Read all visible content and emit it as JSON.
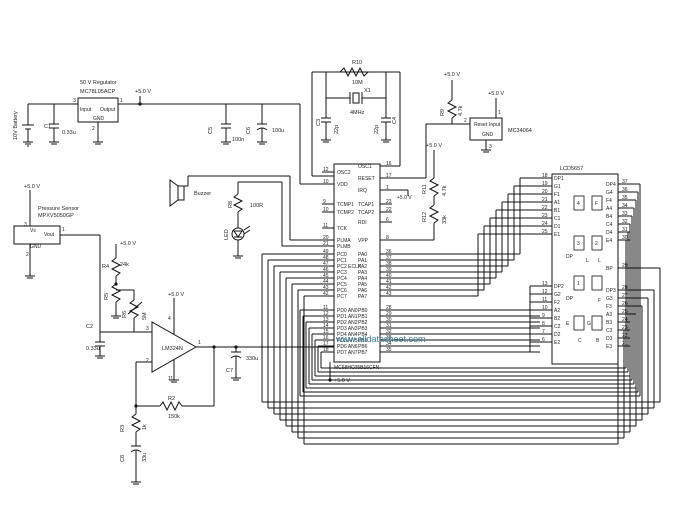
{
  "power": {
    "vcc": "+5.0 V",
    "battery": "10V Battery"
  },
  "regulator": {
    "title": "50 V Regulator",
    "part": "MC78L05ACP",
    "pin_input": "Input",
    "pin_output": "Output",
    "pin_gnd": "GND",
    "pin_numbers": [
      "3",
      "1",
      "2"
    ]
  },
  "capacitors": {
    "c1": "C1",
    "c1_val": "0.33u",
    "c5": "C5",
    "c5_val": "100n",
    "c6": "C6",
    "c6_val": "100u",
    "c3": "C3",
    "c3_val": "22p",
    "c4": "C4",
    "c4_val": "22p",
    "c2": "C2",
    "c2_val": "0.33u",
    "c7": "C7",
    "c7_val": "330u",
    "c8": "C8",
    "c8_val": "33u"
  },
  "crystal": {
    "r10": "R10",
    "r10_val": "10M",
    "x1": "X1",
    "x1_val": "4MHz"
  },
  "reset": {
    "r9": "R9",
    "r9_val": "4.7k",
    "title": "Reset",
    "pin_input": "Input",
    "pin_gnd": "GND",
    "part": "MC34064",
    "pin_numbers": [
      "2",
      "1",
      "3"
    ]
  },
  "mcu": {
    "part": "MC68HC05B16CFN",
    "left_pins": [
      {
        "num": "12",
        "name": "OSC2"
      },
      {
        "num": "10",
        "name": "VDD"
      },
      {
        "num": "9",
        "name": "TCMP1"
      },
      {
        "num": "10",
        "name": "TCMP2"
      },
      {
        "num": "11",
        "name": "TCK"
      },
      {
        "num": "20",
        "name": "PLMA"
      },
      {
        "num": "21",
        "name": "PLMB"
      },
      {
        "num": "49",
        "name": "PC0"
      },
      {
        "num": "48",
        "name": "PC1"
      },
      {
        "num": "47",
        "name": "PC2 ECLK"
      },
      {
        "num": "46",
        "name": "PC3"
      },
      {
        "num": "45",
        "name": "PC4"
      },
      {
        "num": "44",
        "name": "PC5"
      },
      {
        "num": "43",
        "name": "PC6"
      },
      {
        "num": "42",
        "name": "PC7"
      },
      {
        "num": "11",
        "name": "PD0 AN0"
      },
      {
        "num": "12",
        "name": "PD1 AN1"
      },
      {
        "num": "13",
        "name": "PD2 AN2"
      },
      {
        "num": "14",
        "name": "PD3 AN3"
      },
      {
        "num": "15",
        "name": "PD4 AN4"
      },
      {
        "num": "16",
        "name": "PD5 AN5"
      },
      {
        "num": "17",
        "name": "PD6 AN6"
      },
      {
        "num": "18",
        "name": "PD7 AN7"
      }
    ],
    "right_pins": [
      {
        "num": "16",
        "name": "OSC1"
      },
      {
        "num": "17",
        "name": "RESET"
      },
      {
        "num": "1",
        "name": "IRQ"
      },
      {
        "num": "23",
        "name": "TCAP1"
      },
      {
        "num": "22",
        "name": "TCAP2"
      },
      {
        "num": "6",
        "name": "RDI"
      },
      {
        "num": "8",
        "name": "VPP"
      },
      {
        "num": "36",
        "name": "PA0"
      },
      {
        "num": "37",
        "name": "PA1"
      },
      {
        "num": "38",
        "name": "PA2"
      },
      {
        "num": "39",
        "name": "PA3"
      },
      {
        "num": "40",
        "name": "PA4"
      },
      {
        "num": "41",
        "name": "PA5"
      },
      {
        "num": "42",
        "name": "PA6"
      },
      {
        "num": "43",
        "name": "PA7"
      },
      {
        "num": "28",
        "name": "PB0"
      },
      {
        "num": "29",
        "name": "PB1"
      },
      {
        "num": "30",
        "name": "PB2"
      },
      {
        "num": "31",
        "name": "PB3"
      },
      {
        "num": "32",
        "name": "PB4"
      },
      {
        "num": "33",
        "name": "PB5"
      },
      {
        "num": "34",
        "name": "PB6"
      },
      {
        "num": "35",
        "name": "PB7"
      }
    ]
  },
  "buzzer": {
    "label": "Buzzer"
  },
  "led": {
    "r8": "R8",
    "r8_val": "100R",
    "label": "LED"
  },
  "sensor": {
    "title": "Pressure Sensor",
    "part": "MPXV5050GP",
    "pin_vs": "Vs",
    "pin_vout": "Vout",
    "pin_gnd": "GND",
    "pin_numbers": [
      "3",
      "1",
      "2"
    ]
  },
  "resistors": {
    "r4": "R4",
    "r4_val": "24k",
    "r5": "R5",
    "r5_val": "6K",
    "r6": "R6",
    "r6_val": "5M",
    "r2": "R2",
    "r2_val": "150k",
    "r3": "R3",
    "r3_val": "1k",
    "r11": "R11",
    "r11_val": "4.7k",
    "r12": "R12",
    "r12_val": "33k"
  },
  "opamp": {
    "part": "LM324N",
    "pin_numbers": [
      "3",
      "2",
      "1",
      "4",
      "11"
    ]
  },
  "lcd": {
    "part": "LCD5657",
    "left_pins": [
      {
        "num": "18",
        "name": "DP1"
      },
      {
        "num": "19",
        "name": "G1"
      },
      {
        "num": "20",
        "name": "F1"
      },
      {
        "num": "21",
        "name": "A1"
      },
      {
        "num": "22",
        "name": "B1"
      },
      {
        "num": "23",
        "name": "C1"
      },
      {
        "num": "24",
        "name": "D1"
      },
      {
        "num": "25",
        "name": "E1"
      },
      {
        "num": "13",
        "name": "DP2"
      },
      {
        "num": "12",
        "name": "G2"
      },
      {
        "num": "11",
        "name": "F2"
      },
      {
        "num": "10",
        "name": "A2"
      },
      {
        "num": "9",
        "name": "B2"
      },
      {
        "num": "8",
        "name": "C2"
      },
      {
        "num": "7",
        "name": "D2"
      },
      {
        "num": "6",
        "name": "E2"
      }
    ],
    "right_pins": [
      {
        "num": "37",
        "name": "DP4"
      },
      {
        "num": "36",
        "name": "G4"
      },
      {
        "num": "35",
        "name": "F4"
      },
      {
        "num": "34",
        "name": "A4"
      },
      {
        "num": "33",
        "name": "B4"
      },
      {
        "num": "32",
        "name": "C4"
      },
      {
        "num": "31",
        "name": "D4"
      },
      {
        "num": "30",
        "name": "E4"
      },
      {
        "num": "29",
        "name": "BP"
      },
      {
        "num": "28",
        "name": "DP3"
      },
      {
        "num": "27",
        "name": "G3"
      },
      {
        "num": "26",
        "name": "F3"
      },
      {
        "num": "25",
        "name": "A3"
      },
      {
        "num": "24",
        "name": "B3"
      },
      {
        "num": "23",
        "name": "C3"
      },
      {
        "num": "22",
        "name": "D3"
      },
      {
        "num": "21",
        "name": "E3"
      }
    ],
    "inner_labels": [
      "4",
      "F",
      "3",
      "2",
      "1",
      "DP",
      "L",
      "L",
      "DP",
      "C",
      "E",
      "B",
      "F",
      "G"
    ]
  },
  "watermark": "www.alldatasheet.com",
  "colors": {
    "ink": "#111111",
    "watermark": "#3a7f9e"
  }
}
